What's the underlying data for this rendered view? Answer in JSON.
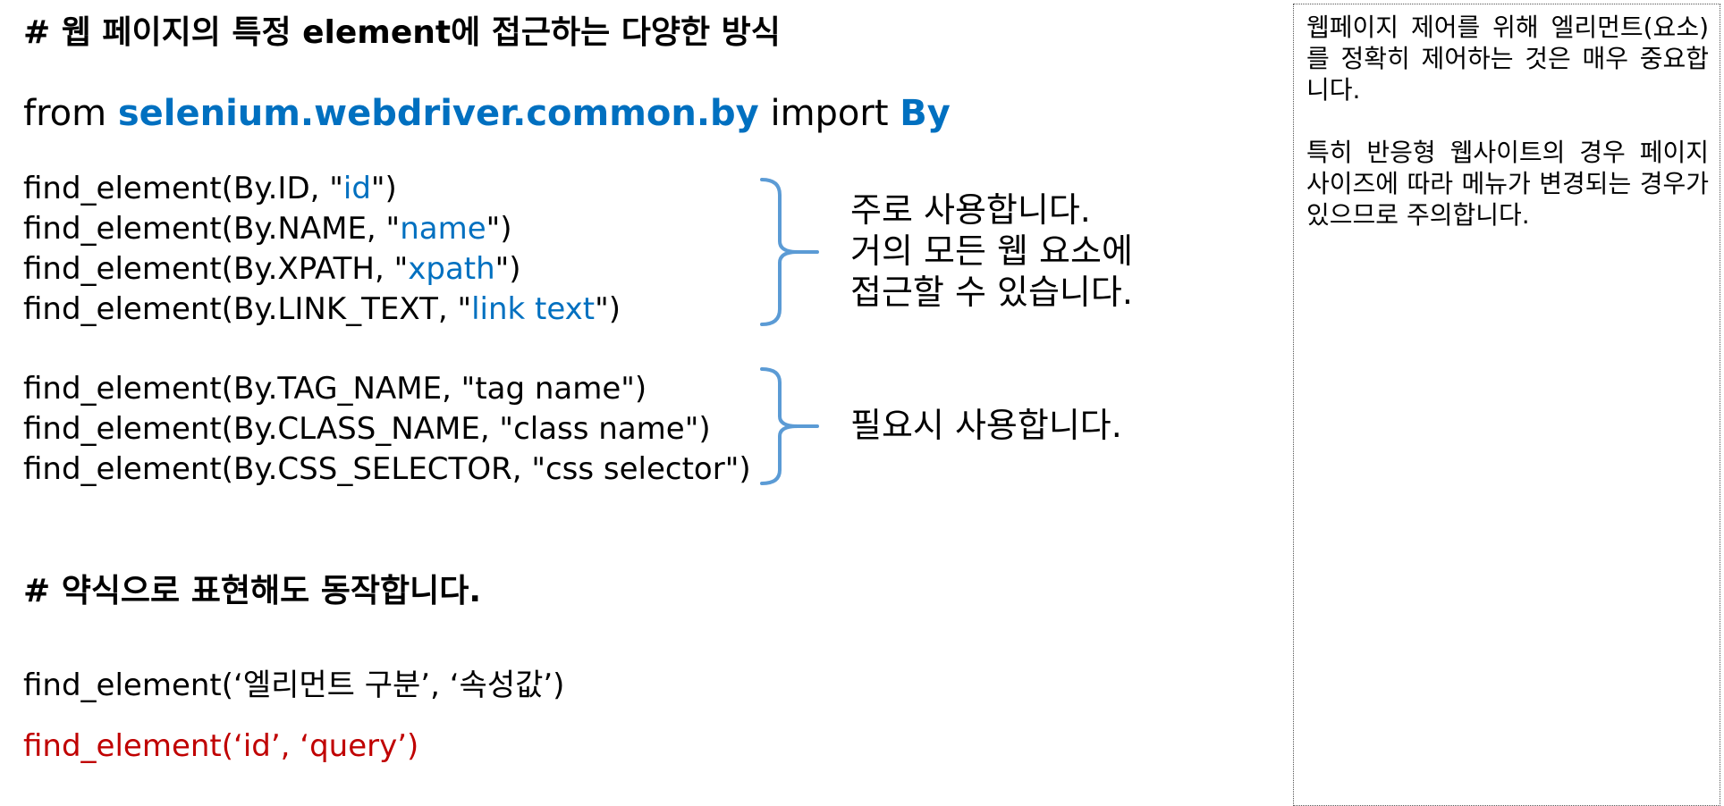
{
  "heading_main": "#   웹 페이지의 특정 element에 접근하는 다양한 방식",
  "import_line": {
    "from_kw": "from ",
    "module": "selenium.webdriver.common.by",
    "import_kw": " import ",
    "name": "By"
  },
  "group1": [
    {
      "prefix": "find_element(By.ID, \"",
      "value": "id",
      "suffix": "\")"
    },
    {
      "prefix": "find_element(By.NAME, \"",
      "value": "name",
      "suffix": "\")"
    },
    {
      "prefix": "find_element(By.XPATH, \"",
      "value": "xpath",
      "suffix": "\")"
    },
    {
      "prefix": "find_element(By.LINK_TEXT, \"",
      "value": "link text",
      "suffix": "\")"
    }
  ],
  "group1_note": [
    "주로 사용합니다.",
    "거의  모든  웹  요소에",
    "접근할 수 있습니다."
  ],
  "group2": [
    "find_element(By.TAG_NAME, \"tag name\")",
    "find_element(By.CLASS_NAME, \"class name\")",
    "find_element(By.CSS_SELECTOR, \"css selector\")"
  ],
  "group2_note": "필요시 사용합니다.",
  "heading_short": "# 약식으로 표현해도 동작합니다.",
  "shortcut_generic": "find_element(‘엘리먼트 구분’,  ‘속성값’)",
  "shortcut_example": "find_element(‘id’,  ‘query’)",
  "side_note": [
    "웹페이지 제어를 위해 엘리먼트(요소)를 정확히 제어하는 것은 매우 중요합니다.",
    "특히 반응형 웹사이트의 경우 페이지 사이즈에 따라 메뉴가 변경되는 경우가 있으므로 주의합니다."
  ],
  "colors": {
    "accent_blue": "#0070C0",
    "brace_blue": "#5B9BD5",
    "example_red": "#C00000"
  }
}
